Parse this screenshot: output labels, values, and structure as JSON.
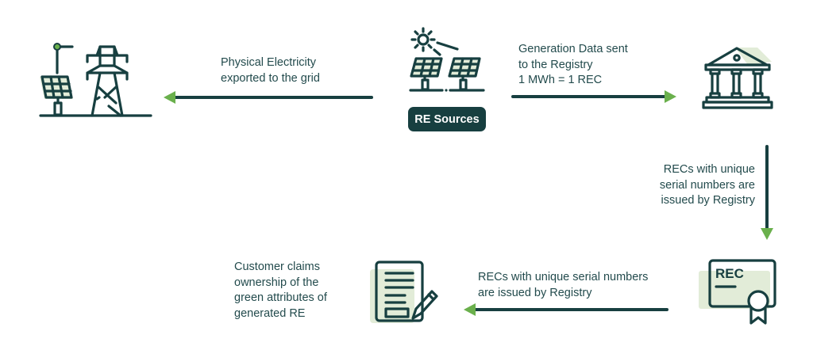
{
  "colors": {
    "primary": "#173f40",
    "accent_arrowhead": "#6ab04c",
    "icon_tint": "#e2ecd8",
    "text": "#234b4d",
    "background": "#ffffff"
  },
  "nodes": {
    "grid": {
      "icon": "transmission-tower-with-solar-panel-icon"
    },
    "re_sources": {
      "icon": "solar-panels-with-sun-icon",
      "badge_label": "RE Sources"
    },
    "registry": {
      "icon": "bank-building-icon"
    },
    "certificate": {
      "icon": "rec-certificate-icon",
      "certificate_text": "REC"
    },
    "customer": {
      "icon": "document-with-pen-icon"
    }
  },
  "edges": [
    {
      "from": "re_sources",
      "to": "grid",
      "direction": "left",
      "lines": [
        "Physical Electricity",
        "exported to the grid"
      ]
    },
    {
      "from": "re_sources",
      "to": "registry",
      "direction": "right",
      "lines": [
        "Generation Data sent",
        "to the Registry",
        "1 MWh = 1 REC"
      ]
    },
    {
      "from": "registry",
      "to": "certificate",
      "direction": "down",
      "lines": [
        "RECs with unique",
        "serial numbers are",
        "issued by Registry"
      ]
    },
    {
      "from": "certificate",
      "to": "customer",
      "direction": "left",
      "lines": [
        "RECs with unique serial numbers",
        "are issued by Registry"
      ]
    }
  ],
  "customer_note": {
    "lines": [
      "Customer claims",
      "ownership of the",
      "green attributes of",
      "generated RE"
    ]
  }
}
